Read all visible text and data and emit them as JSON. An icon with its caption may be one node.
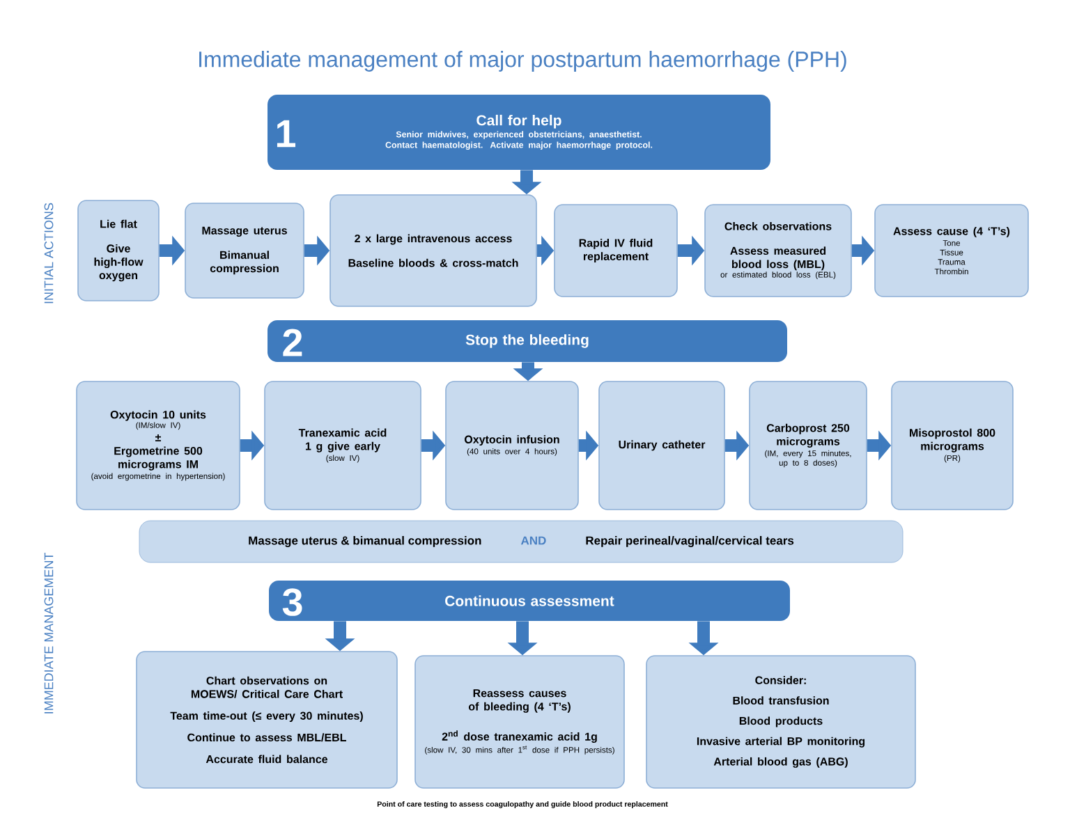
{
  "diagram": {
    "title": "Immediate management of major postpartum haemorrhage (PPH)",
    "nodes": [
      {
        "text": [
          "1",
          "Call for help",
          "Senior midwives, experienced obstetricians, anaesthetist. Contact haematologist. Activate major haemorrhage protocol."
        ]
      },
      {
        "text": [
          "Lie flat",
          "Give high-flow oxygen"
        ]
      },
      {
        "text": [
          "Massage uterus",
          "Bimanual compression"
        ]
      },
      {
        "text": [
          "2 x large intravenous access",
          "Baseline bloods & cross-match"
        ]
      },
      {
        "text": [
          "Rapid IV fluid replacement"
        ]
      },
      {
        "text": [
          "Check observations",
          "Assess measured blood loss (MBL)",
          "or estimated blood loss (EBL)"
        ]
      },
      {
        "text": [
          "Assess cause (4 ‘T’s)",
          "Tone",
          "Tissue",
          "Trauma",
          "Thrombin"
        ]
      },
      {
        "text": [
          "2",
          "Stop the bleeding"
        ]
      },
      {
        "text": [
          "Oxytocin 10 units",
          "(IM/slow IV)",
          "±",
          "Ergometrine 500 micrograms IM",
          "(avoid ergometrine in hypertension)"
        ]
      },
      {
        "text": [
          "Tranexamic acid 1 g give early",
          "(slow IV)"
        ]
      },
      {
        "text": [
          "Oxytocin infusion",
          "(40 units over 4 hours)"
        ]
      },
      {
        "text": [
          "Urinary catheter"
        ]
      },
      {
        "text": [
          "Carboprost 250 micrograms",
          "(IM, every 15 minutes, up to 8 doses)"
        ]
      },
      {
        "text": [
          "Misoprostol 800 micrograms",
          "(PR)"
        ]
      },
      {
        "text": [
          "Massage uterus & bimanual compression",
          "AND",
          "Repair perineal/vaginal/cervical tears"
        ]
      },
      {
        "text": [
          "3",
          "Continuous assessment"
        ]
      },
      {
        "text": [
          "Chart observations on MOEWS/ Critical Care Chart",
          "Team time-out (≤ every 30 minutes)",
          "Continue to assess MBL/EBL",
          "Accurate fluid balance"
        ]
      },
      {
        "text": [
          "Reassess causes of bleeding (4 ‘T’s)",
          "2$^{nd}$ dose tranexamic acid 1g",
          "(slow IV, 30 mins after 1$^{st}$ dose if PPH persists)"
        ]
      },
      {
        "text": [
          "Consider:",
          "Blood transfusion",
          "Blood products",
          "Invasive arterial BP monitoring",
          "Arterial blood gas (ABG)"
        ]
      }
    ],
    "edges": [
      {
        "from": 0,
        "to": 3,
        "arrow": "to"
      },
      {
        "from": 1,
        "to": 2,
        "arrow": "to"
      },
      {
        "from": 2,
        "to": 3,
        "arrow": "to"
      },
      {
        "from": 3,
        "to": 4,
        "arrow": "to"
      },
      {
        "from": 4,
        "to": 5,
        "arrow": "to"
      },
      {
        "from": 5,
        "to": 6,
        "arrow": "to"
      },
      {
        "from": 7,
        "to": 10,
        "arrow": "to"
      },
      {
        "from": 8,
        "to": 9,
        "arrow": "to"
      },
      {
        "from": 9,
        "to": 10,
        "arrow": "to"
      },
      {
        "from": 10,
        "to": 11,
        "arrow": "to"
      },
      {
        "from": 11,
        "to": 12,
        "arrow": "to"
      },
      {
        "from": 12,
        "to": 13,
        "arrow": "to"
      },
      {
        "from": 15,
        "to": 16,
        "arrow": "to"
      },
      {
        "from": 15,
        "to": 17,
        "arrow": "to"
      },
      {
        "from": 15,
        "to": 18,
        "arrow": "to"
      }
    ],
    "labels": [
      "INITIAL ACTIONS",
      "IMMEDIATE MANAGEMENT",
      "Point of care testing to assess coagulopathy and guide blood product replacement"
    ]
  }
}
